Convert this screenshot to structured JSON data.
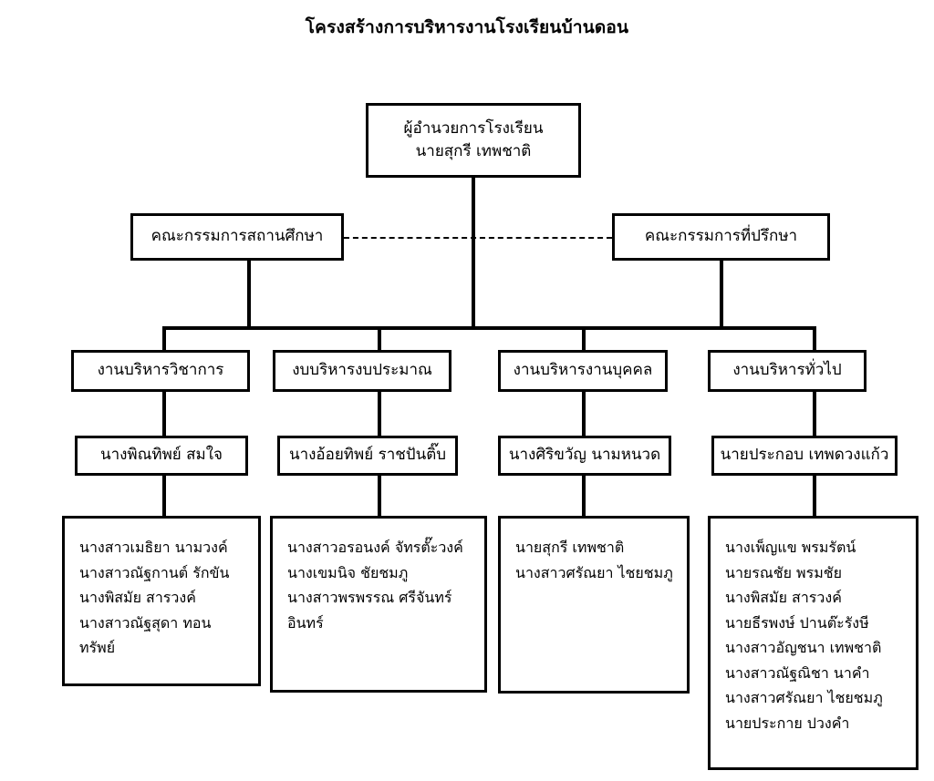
{
  "title": "โครงสร้างการบริหารงานโรงเรียนบ้านดอน",
  "director": {
    "role": "ผู้อำนวยการโรงเรียน",
    "name": "นายสุกรี  เทพชาติ",
    "text": "ผู้อำนวยการโรงเรียน\nนายสุกรี  เทพชาติ"
  },
  "committees": {
    "left": "คณะกรรมการสถานศึกษา",
    "right": "คณะกรรมการที่ปรึกษา",
    "link_style": "dash-dot"
  },
  "departments": [
    {
      "name": "งานบริหารวิชาการ",
      "head": "นางพิณทิพย์  สมใจ",
      "staff": [
        "นางสาวเมธิยา  นามวงค์",
        "นางสาวณัฐกานต์  รักขัน",
        "นางพิสมัย  สารวงค์",
        "นางสาวณัฐสุดา ทอนทรัพย์"
      ],
      "staff_text": "นางสาวเมธิยา  นามวงค์\nนางสาวณัฐกานต์  รักขัน\nนางพิสมัย  สารวงค์\nนางสาวณัฐสุดา ทอนทรัพย์"
    },
    {
      "name": "งบบริหารงบประมาณ",
      "head": "นางอ้อยทิพย์  ราชปันติ๊บ",
      "staff": [
        "นางสาวอรอนงค์  จัทรตั๊ะวงค์",
        "นางเขมนิจ  ชัยชมภู",
        "นางสาวพรพรรณ ศรีจันทร์อินทร์"
      ],
      "staff_text": "นางสาวอรอนงค์  จัทรตั๊ะวงค์\nนางเขมนิจ  ชัยชมภู\nนางสาวพรพรรณ ศรีจันทร์อินทร์"
    },
    {
      "name": "งานบริหารงานบุคคล",
      "head": "นางศิริขวัญ  นามหนวด",
      "staff": [
        "นายสุกรี  เทพชาติ",
        "นางสาวศรัณยา  ไชยชมภู"
      ],
      "staff_text": "นายสุกรี  เทพชาติ\nนางสาวศรัณยา  ไชยชมภู"
    },
    {
      "name": "งานบริหารทั่วไป",
      "head": "นายประกอบ เทพดวงแก้ว",
      "staff": [
        "นางเพ็ญแข  พรมรัตน์",
        "นายรณชัย  พรมชัย",
        "นางพิสมัย  สารวงค์",
        "นายธีรพงษ์  ปานต๊ะรังษี",
        "นางสาวอัญชนา  เทพชาติ",
        "นางสาวณัฐณิชา  นาคำ",
        "นางสาวศรัณยา  ไชยชมภู",
        "นายประกาย ปวงคำ"
      ],
      "staff_text": "นางเพ็ญแข  พรมรัตน์\nนายรณชัย  พรมชัย\nนางพิสมัย  สารวงค์\nนายธีรพงษ์  ปานต๊ะรังษี\nนางสาวอัญชนา  เทพชาติ\nนางสาวณัฐณิชา  นาคำ\nนางสาวศรัณยา  ไชยชมภู\nนายประกาย ปวงคำ"
    }
  ],
  "colors": {
    "background": "#ffffff",
    "border": "#000000",
    "text": "#000000"
  }
}
